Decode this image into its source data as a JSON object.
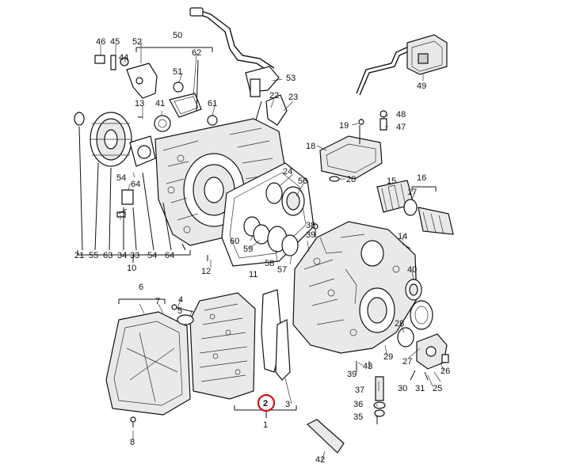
{
  "callouts": [
    {
      "id": "c46",
      "text": "46"
    },
    {
      "id": "c45",
      "text": "45"
    },
    {
      "id": "c52",
      "text": "52"
    },
    {
      "id": "c50",
      "text": "50"
    },
    {
      "id": "c44",
      "text": "44"
    },
    {
      "id": "c62",
      "text": "62"
    },
    {
      "id": "c51",
      "text": "51"
    },
    {
      "id": "c53",
      "text": "53"
    },
    {
      "id": "c13",
      "text": "13"
    },
    {
      "id": "c41",
      "text": "41"
    },
    {
      "id": "c61",
      "text": "61"
    },
    {
      "id": "c22",
      "text": "22"
    },
    {
      "id": "c23",
      "text": "23"
    },
    {
      "id": "c49",
      "text": "49"
    },
    {
      "id": "c48",
      "text": "48"
    },
    {
      "id": "c47",
      "text": "47"
    },
    {
      "id": "c19",
      "text": "19"
    },
    {
      "id": "c18",
      "text": "18"
    },
    {
      "id": "c54a",
      "text": "54"
    },
    {
      "id": "c64a",
      "text": "64"
    },
    {
      "id": "c24",
      "text": "24"
    },
    {
      "id": "c56",
      "text": "56"
    },
    {
      "id": "c20",
      "text": "20"
    },
    {
      "id": "c15",
      "text": "15"
    },
    {
      "id": "c16",
      "text": "16"
    },
    {
      "id": "c17",
      "text": "17"
    },
    {
      "id": "c38",
      "text": "38"
    },
    {
      "id": "c39a",
      "text": "39"
    },
    {
      "id": "c14",
      "text": "14"
    },
    {
      "id": "c60",
      "text": "60"
    },
    {
      "id": "c59",
      "text": "59"
    },
    {
      "id": "c58",
      "text": "58"
    },
    {
      "id": "c57",
      "text": "57"
    },
    {
      "id": "c11",
      "text": "11"
    },
    {
      "id": "c12",
      "text": "12"
    },
    {
      "id": "c21",
      "text": "21"
    },
    {
      "id": "c55",
      "text": "55"
    },
    {
      "id": "c63",
      "text": "63"
    },
    {
      "id": "c34",
      "text": "34"
    },
    {
      "id": "c33",
      "text": "33"
    },
    {
      "id": "c54b",
      "text": "54"
    },
    {
      "id": "c64b",
      "text": "64"
    },
    {
      "id": "c10",
      "text": "10"
    },
    {
      "id": "c40",
      "text": "40"
    },
    {
      "id": "c6",
      "text": "6"
    },
    {
      "id": "c7",
      "text": "7"
    },
    {
      "id": "c4",
      "text": "4"
    },
    {
      "id": "c5",
      "text": "5"
    },
    {
      "id": "c27",
      "text": "27"
    },
    {
      "id": "c28",
      "text": "28"
    },
    {
      "id": "c29",
      "text": "29"
    },
    {
      "id": "c26",
      "text": "26"
    },
    {
      "id": "c39b",
      "text": "39"
    },
    {
      "id": "c43",
      "text": "43"
    },
    {
      "id": "c37",
      "text": "37"
    },
    {
      "id": "c30",
      "text": "30"
    },
    {
      "id": "c31",
      "text": "31"
    },
    {
      "id": "c25",
      "text": "25"
    },
    {
      "id": "c36",
      "text": "36"
    },
    {
      "id": "c35",
      "text": "35"
    },
    {
      "id": "c3",
      "text": "3"
    },
    {
      "id": "c1",
      "text": "1"
    },
    {
      "id": "c8",
      "text": "8"
    },
    {
      "id": "c42",
      "text": "42"
    }
  ],
  "highlighted_callout": {
    "text": "2",
    "color": "#d0121b"
  }
}
